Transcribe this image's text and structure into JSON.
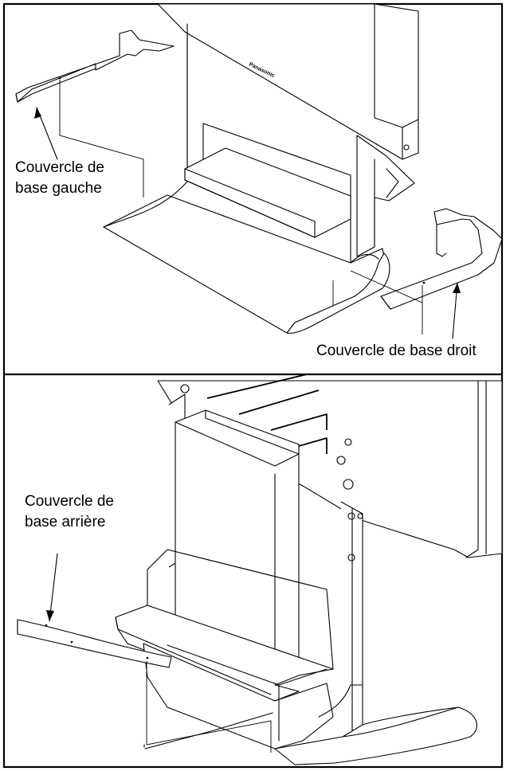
{
  "labels": {
    "left_cover_line1": "Couvercle de",
    "left_cover_line2": "base gauche",
    "right_cover": "Couvercle de base droit",
    "rear_cover_line1": "Couvercle de",
    "rear_cover_line2": "base arrière"
  },
  "brand_mark": "Panasonic",
  "colors": {
    "line": "#000000",
    "background": "#ffffff"
  }
}
